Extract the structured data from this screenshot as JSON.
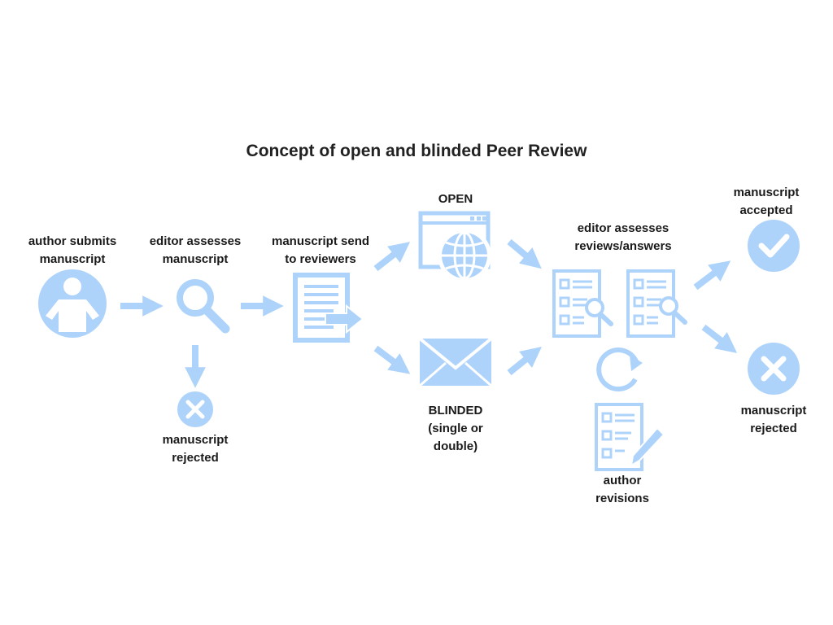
{
  "title": "Concept of open and blinded Peer Review",
  "colors": {
    "icon": "#aed3fb",
    "text": "#1a1a1a",
    "background": "#ffffff"
  },
  "nodes": {
    "author_submits": {
      "line1": "author submits",
      "line2": "manuscript",
      "icon": "person-icon"
    },
    "editor_assesses": {
      "line1": "editor assesses",
      "line2": "manuscript",
      "icon": "magnifier-icon"
    },
    "rejected_early": {
      "line1": "manuscript",
      "line2": "rejected",
      "icon": "x-circle-icon"
    },
    "send_reviewers": {
      "line1": "manuscript send",
      "line2": "to reviewers",
      "icon": "document-send-icon"
    },
    "open": {
      "line1": "OPEN",
      "icon": "browser-globe-icon"
    },
    "blinded": {
      "line1": "BLINDED",
      "line2": "(single or",
      "line3": "double)",
      "icon": "envelope-icon"
    },
    "editor_reviews": {
      "line1": "editor assesses",
      "line2": "reviews/answers",
      "icon": "checklist-magnifier-icon"
    },
    "author_revisions": {
      "line1": "author",
      "line2": "revisions",
      "icon": "checklist-pen-icon"
    },
    "accepted": {
      "line1": "manuscript",
      "line2": "accepted",
      "icon": "check-circle-icon"
    },
    "rejected_final": {
      "line1": "manuscript",
      "line2": "rejected",
      "icon": "x-circle-icon"
    }
  },
  "edges": [
    {
      "from": "author_submits",
      "to": "editor_assesses"
    },
    {
      "from": "editor_assesses",
      "to": "rejected_early"
    },
    {
      "from": "editor_assesses",
      "to": "send_reviewers"
    },
    {
      "from": "send_reviewers",
      "to": "open"
    },
    {
      "from": "send_reviewers",
      "to": "blinded"
    },
    {
      "from": "open",
      "to": "editor_reviews"
    },
    {
      "from": "blinded",
      "to": "editor_reviews"
    },
    {
      "from": "editor_reviews",
      "to": "author_revisions",
      "icon": "refresh-icon"
    },
    {
      "from": "editor_reviews",
      "to": "accepted"
    },
    {
      "from": "editor_reviews",
      "to": "rejected_final"
    }
  ]
}
